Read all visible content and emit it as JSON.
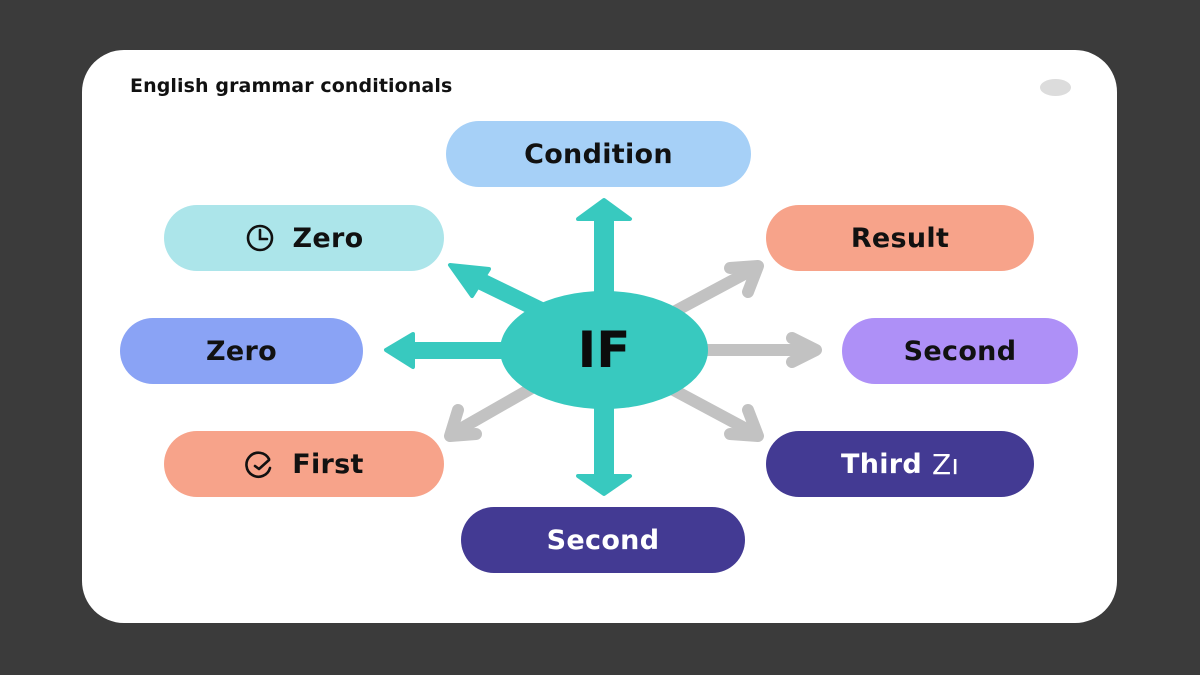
{
  "card": {
    "title": "English grammar conditionals",
    "menu_dot_icon": "dot-icon"
  },
  "hub": {
    "label": "IF",
    "color": "#38c9bf"
  },
  "nodes": {
    "condition": {
      "label": "Condition",
      "color": "#a6d0f7",
      "position": "top"
    },
    "zero_clock": {
      "label": "Zero",
      "color": "#ace5ea",
      "icon": "clock-icon",
      "position": "upper-left"
    },
    "result": {
      "label": "Result",
      "color": "#f7a38a",
      "position": "upper-right"
    },
    "zero": {
      "label": "Zero",
      "color": "#8aa3f5",
      "position": "left"
    },
    "second_right": {
      "label": "Second",
      "color": "#ae90f7",
      "position": "right"
    },
    "first": {
      "label": "First",
      "color": "#f7a38a",
      "icon": "check-circle-icon",
      "position": "lower-left"
    },
    "third": {
      "label": "Third",
      "color": "#433a93",
      "icon_text": "Zı",
      "icon": "zi-glyph-icon",
      "position": "lower-right"
    },
    "second_bottom": {
      "label": "Second",
      "color": "#433a93",
      "position": "bottom"
    }
  },
  "arrows": {
    "teal_color": "#38c9bf",
    "gray_color": "#c2c2c2",
    "teal_directions": [
      "up",
      "upper-left",
      "left",
      "down"
    ],
    "gray_directions": [
      "upper-right",
      "right",
      "lower-right",
      "lower-left"
    ]
  }
}
